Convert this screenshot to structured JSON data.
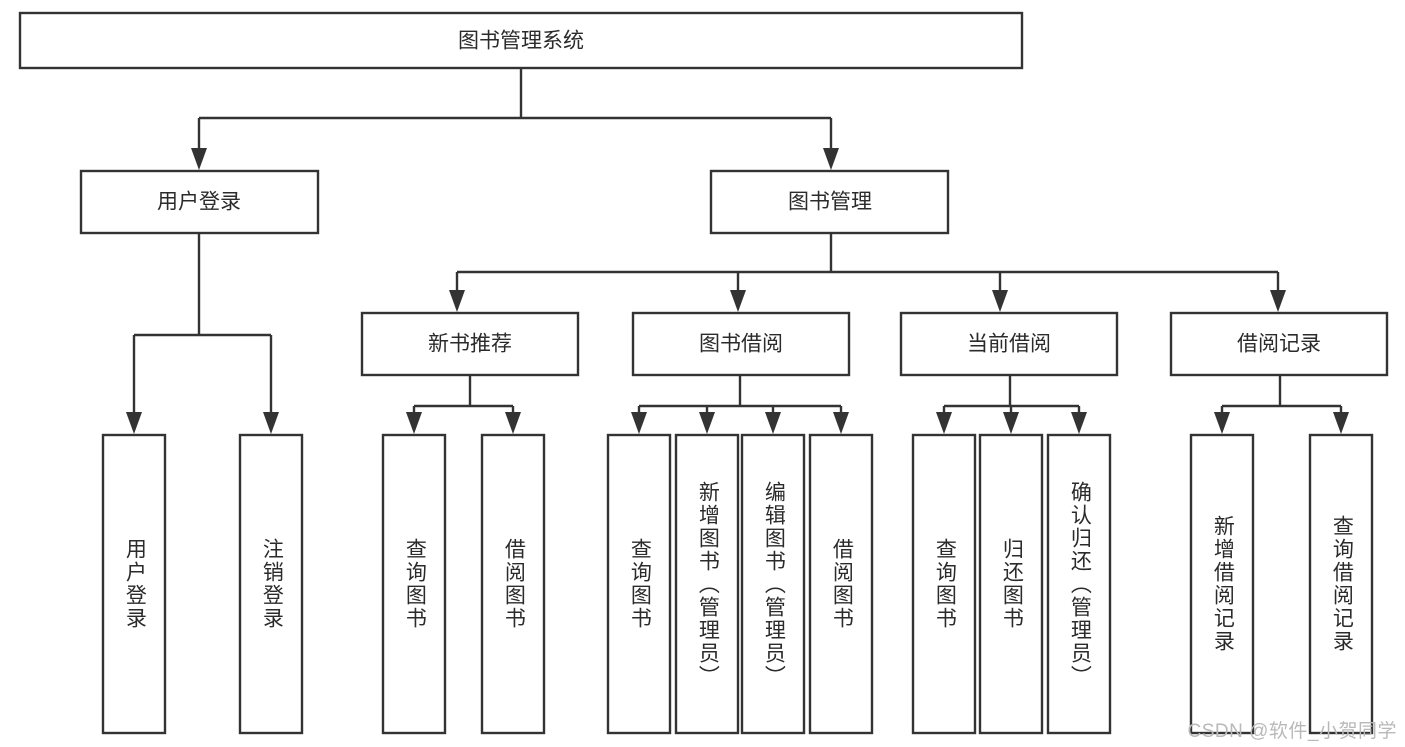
{
  "diagram": {
    "type": "hierarchy-tree",
    "title": "图书管理系统",
    "watermark": "CSDN @软件_小贺同学",
    "colors": {
      "stroke": "#333333",
      "fill": "#ffffff",
      "text": "#2b2b2b",
      "watermark": "#b9b9b9"
    },
    "levels": {
      "root": {
        "label": "图书管理系统"
      },
      "level1": [
        {
          "id": "user-login",
          "label": "用户登录"
        },
        {
          "id": "book-manage",
          "label": "图书管理"
        }
      ],
      "level2": [
        {
          "id": "new-book-recommend",
          "label": "新书推荐",
          "parent": "book-manage"
        },
        {
          "id": "book-borrow",
          "label": "图书借阅",
          "parent": "book-manage"
        },
        {
          "id": "current-borrow",
          "label": "当前借阅",
          "parent": "book-manage"
        },
        {
          "id": "borrow-record",
          "label": "借阅记录",
          "parent": "book-manage"
        }
      ],
      "leaves": [
        {
          "id": "leaf-user-login",
          "label": "用户登录",
          "parent": "user-login"
        },
        {
          "id": "leaf-logout-login",
          "label": "注销登录",
          "parent": "user-login"
        },
        {
          "id": "leaf-query-book-1",
          "label": "查询图书",
          "parent": "new-book-recommend"
        },
        {
          "id": "leaf-borrow-book-1",
          "label": "借阅图书",
          "parent": "new-book-recommend"
        },
        {
          "id": "leaf-query-book-2",
          "label": "查询图书",
          "parent": "book-borrow"
        },
        {
          "id": "leaf-add-book",
          "label": "新增图书（管理员）",
          "parent": "book-borrow"
        },
        {
          "id": "leaf-edit-book",
          "label": "编辑图书（管理员）",
          "parent": "book-borrow"
        },
        {
          "id": "leaf-borrow-book-2",
          "label": "借阅图书",
          "parent": "book-borrow"
        },
        {
          "id": "leaf-query-book-3",
          "label": "查询图书",
          "parent": "current-borrow"
        },
        {
          "id": "leaf-return-book",
          "label": "归还图书",
          "parent": "current-borrow"
        },
        {
          "id": "leaf-confirm-return",
          "label": "确认归还（管理员）",
          "parent": "current-borrow"
        },
        {
          "id": "leaf-add-record",
          "label": "新增借阅记录",
          "parent": "borrow-record"
        },
        {
          "id": "leaf-query-record",
          "label": "查询借阅记录",
          "parent": "borrow-record"
        }
      ]
    }
  }
}
